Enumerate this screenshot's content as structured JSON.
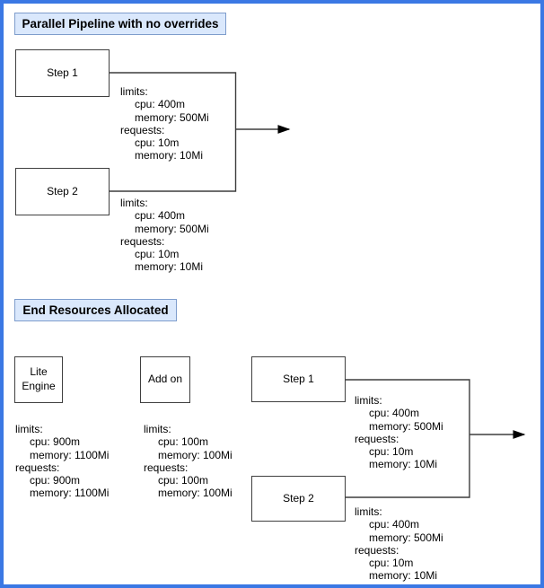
{
  "diagram": {
    "top_section": {
      "title": "Parallel Pipeline with no overrides",
      "nodes": {
        "step1": "Step 1",
        "step2": "Step 2"
      }
    },
    "bottom_section": {
      "title": "End Resources Allocated",
      "nodes": {
        "lite_engine": "Lite Engine",
        "add_on": "Add on",
        "step1": "Step 1",
        "step2": "Step 2"
      }
    },
    "blocks": {
      "top_step1": [
        "limits:",
        "cpu: 400m",
        "memory: 500Mi",
        "requests:",
        "cpu: 10m",
        "memory: 10Mi"
      ],
      "top_step2": [
        "limits:",
        "cpu: 400m",
        "memory: 500Mi",
        "requests:",
        "cpu: 10m",
        "memory: 10Mi"
      ],
      "lite_engine": [
        "limits:",
        "cpu: 900m",
        "memory: 1100Mi",
        "requests:",
        "cpu: 900m",
        "memory: 1100Mi"
      ],
      "add_on": [
        "limits:",
        "cpu: 100m",
        "memory: 100Mi",
        "requests:",
        "cpu: 100m",
        "memory: 100Mi"
      ],
      "bottom_step1": [
        "limits:",
        "cpu: 400m",
        "memory: 500Mi",
        "requests:",
        "cpu: 10m",
        "memory: 10Mi"
      ],
      "bottom_step2": [
        "limits:",
        "cpu: 400m",
        "memory: 500Mi",
        "requests:",
        "cpu: 10m",
        "memory: 10Mi"
      ]
    },
    "colors": {
      "frame_border": "#3b78e4",
      "title_fill": "#dae8fc",
      "title_stroke": "#7e9dcc",
      "node_stroke": "#3f3f3f",
      "connector": "#3d3d3d"
    }
  }
}
